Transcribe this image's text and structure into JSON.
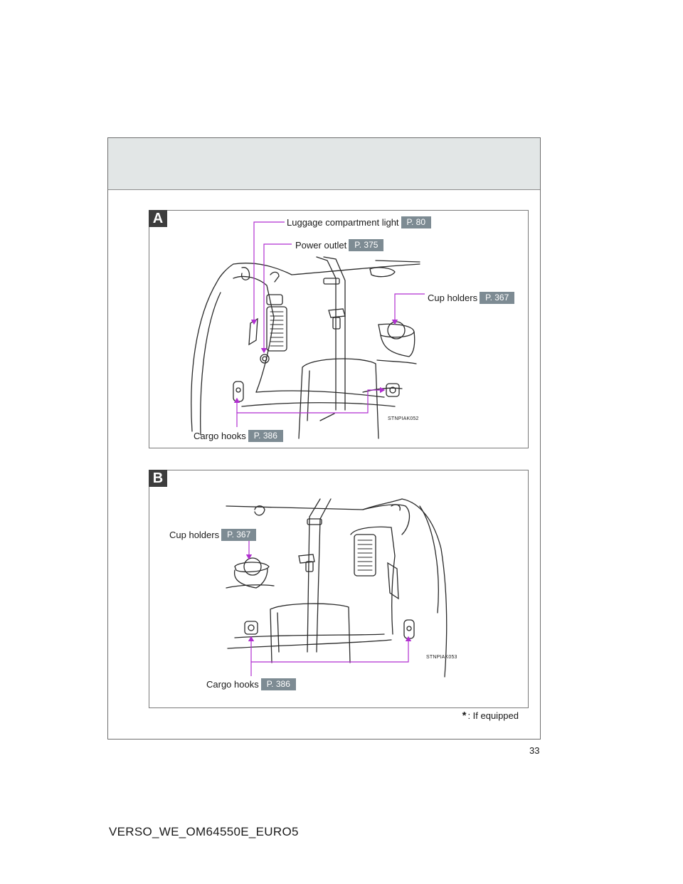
{
  "panel_a": {
    "letter": "A",
    "labels": {
      "luggage_light": {
        "text": "Luggage compartment light",
        "ref": "P. 80"
      },
      "power_outlet": {
        "text": "Power outlet",
        "ref": "P. 375"
      },
      "cup_holders": {
        "text": "Cup holders",
        "ref": "P. 367"
      },
      "cargo_hooks": {
        "text": "Cargo hooks",
        "ref": "P. 386"
      }
    },
    "code": "STNPIAK052"
  },
  "panel_b": {
    "letter": "B",
    "labels": {
      "cup_holders": {
        "text": "Cup holders",
        "ref": "P. 367"
      },
      "cargo_hooks": {
        "text": "Cargo hooks",
        "ref": "P. 386"
      }
    },
    "code": "STNPIAK053"
  },
  "footnote": {
    "star": "*",
    "text": ": If equipped"
  },
  "page_number": "33",
  "doc_id": "VERSO_WE_OM64550E_EURO5",
  "colors": {
    "leader": "#b12fd0",
    "ref_badge": "#7d8b93",
    "header_band": "#e2e6e6",
    "panel_letter": "#3d3d3d"
  }
}
